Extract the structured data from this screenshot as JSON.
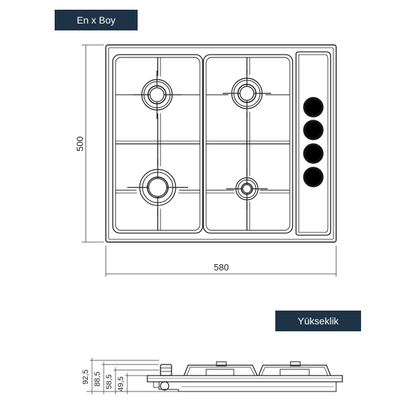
{
  "labels": {
    "top_view": "En x Boy",
    "side_view": "Yükseklik"
  },
  "dimensions": {
    "width": "580",
    "height": "500",
    "side": [
      "92,5",
      "88,5",
      "58,5",
      "49,5"
    ]
  },
  "colors": {
    "tag_background": "#1f3346",
    "tag_text": "#ffffff",
    "line": "#1a1a1a",
    "knob": "#111111"
  }
}
